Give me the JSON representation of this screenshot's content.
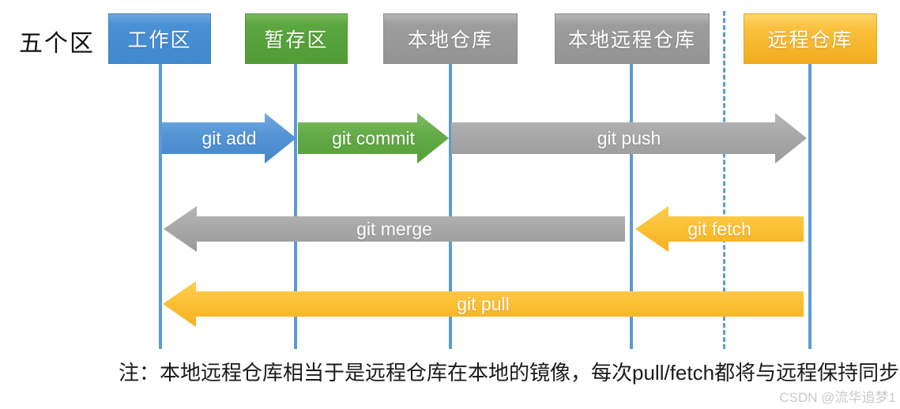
{
  "title_label": "五个区",
  "boxes": [
    {
      "label": "工作区",
      "color": "#4a90d5"
    },
    {
      "label": "暂存区",
      "color": "#5ba63f"
    },
    {
      "label": "本地仓库",
      "color": "#9d9d9d"
    },
    {
      "label": "本地远程仓库",
      "color": "#9d9d9d"
    },
    {
      "label": "远程仓库",
      "color": "#fac03d"
    }
  ],
  "arrows": [
    {
      "label": "git add",
      "color": "#5494d6",
      "direction": "right",
      "from": "工作区",
      "to": "暂存区"
    },
    {
      "label": "git commit",
      "color": "#63aa47",
      "direction": "right",
      "from": "暂存区",
      "to": "本地仓库"
    },
    {
      "label": "git push",
      "color": "#a8a8a8",
      "direction": "right",
      "from": "本地仓库",
      "to": "远程仓库"
    },
    {
      "label": "git merge",
      "color": "#a8a8a8",
      "direction": "left",
      "from": "本地远程仓库",
      "to": "工作区"
    },
    {
      "label": "git fetch",
      "color": "#fbc136",
      "direction": "left",
      "from": "远程仓库",
      "to": "本地远程仓库"
    },
    {
      "label": "git pull",
      "color": "#fbc136",
      "direction": "left",
      "from": "远程仓库",
      "to": "工作区"
    }
  ],
  "timeline_color": "#5b9bd5",
  "note": "注：本地远程仓库相当于是远程仓库在本地的镜像，每次pull/fetch都将与远程保持同步",
  "watermark": "CSDN @流华追梦1"
}
